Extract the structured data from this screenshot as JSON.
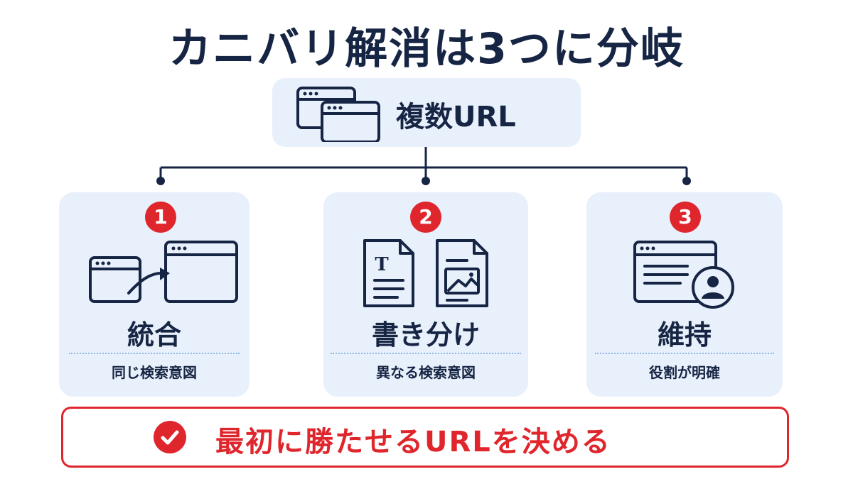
{
  "title": "カニバリ解消は3つに分岐",
  "root": {
    "label": "複数URL",
    "icon": "stacked-browser-windows-icon"
  },
  "branches": [
    {
      "number": "1",
      "title": "統合",
      "subtitle": "同じ検索意図",
      "icon": "merge-windows-icon"
    },
    {
      "number": "2",
      "title": "書き分け",
      "subtitle": "異なる検索意図",
      "icon": "two-documents-icon"
    },
    {
      "number": "3",
      "title": "維持",
      "subtitle": "役割が明確",
      "icon": "window-with-user-icon"
    }
  ],
  "callout": {
    "text": "最初に勝たせるURLを決める",
    "icon": "check-circle-icon"
  },
  "colors": {
    "navy": "#172544",
    "red": "#e0262d",
    "card_bg": "#e8f0fb",
    "divider": "#8fb6e6"
  }
}
